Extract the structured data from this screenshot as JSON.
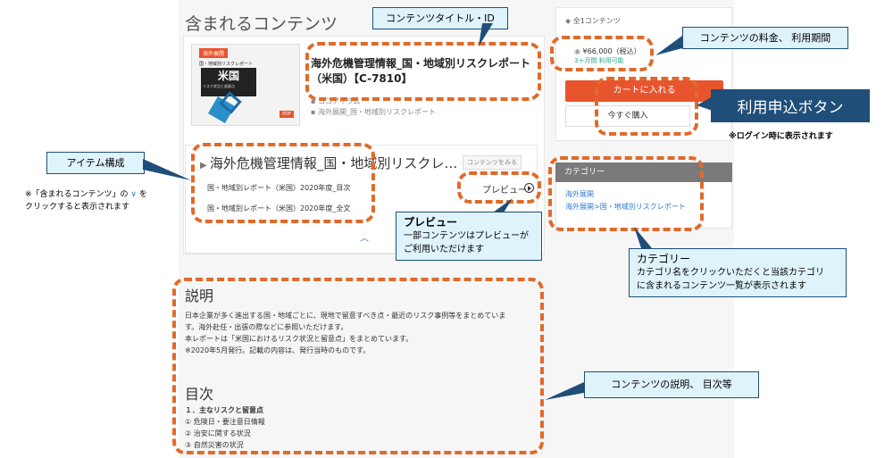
{
  "section": {
    "title": "含まれるコンテンツ"
  },
  "thumbnail": {
    "tag": "海外展開",
    "subtitle": "国・地域別リスクレポート",
    "title": "米国",
    "note": "リスク状況と留意点",
    "pdf": "PDF"
  },
  "content": {
    "title": "海外危機管理情報_国・地域別リスクレポート（米国）【C-7810】",
    "company": "ココアイラム",
    "category": "海外展開_国・地域別リスクレポート"
  },
  "item": {
    "title": "海外危機管理情報_国・地域別リスクレ…",
    "view_button": "コンテンツをみる",
    "lines": [
      "国・地域別レポート（米国）2020年度_目次",
      "国・地域別レポート（米国）2020年度_全文"
    ],
    "preview": "プレビュー"
  },
  "sidebar": {
    "header": "全1コンテンツ",
    "price": "¥66,000（税込）",
    "period": "3ヶ月間 利用可能",
    "cart_button": "カートに入れる",
    "buy_button": "今すぐ購入"
  },
  "category_box": {
    "header": "カテゴリー",
    "links": [
      "海外展開",
      "海外展開>国・地域別リスクレポート"
    ]
  },
  "description": {
    "heading": "説明",
    "lines": [
      "日本企業が多く進出する国・地域ごとに、現地で留意すべき点・最近のリスク事例等をまとめていま",
      "す。海外赴任・出張の際などに参照いただけます。",
      "本レポートは「米国におけるリスク状況と留意点」をまとめています。",
      "※2020年5月発行。記載の内容は、発行当時のものです。"
    ],
    "toc_heading": "目次",
    "toc": [
      "１．主なリスクと留意点",
      "① 危険日・要注意日情報",
      "② 治安に関する状況",
      "③ 自然災害の状況"
    ]
  },
  "callouts": {
    "title_id": "コンテンツタイトル・ID",
    "price": "コンテンツの料金、 利用期間",
    "apply": "利用申込ボタン",
    "apply_note": "※ログイン時に表示されます",
    "items": "アイテム構成",
    "items_note_1": "※「含まれるコンテンツ」の",
    "items_note_2": "を",
    "items_note_3": "クリックすると表示されます",
    "preview_title": "プレビュー",
    "preview_body_1": "一部コンテンツはプレビューが",
    "preview_body_2": "ご利用いただけます",
    "category_title": "カテゴリー",
    "category_body_1": "カテゴリ名をクリックいただくと当該カテゴリ",
    "category_body_2": "に含まれるコンテンツ一覧が表示されます",
    "description": "コンテンツの説明、 目次等"
  }
}
